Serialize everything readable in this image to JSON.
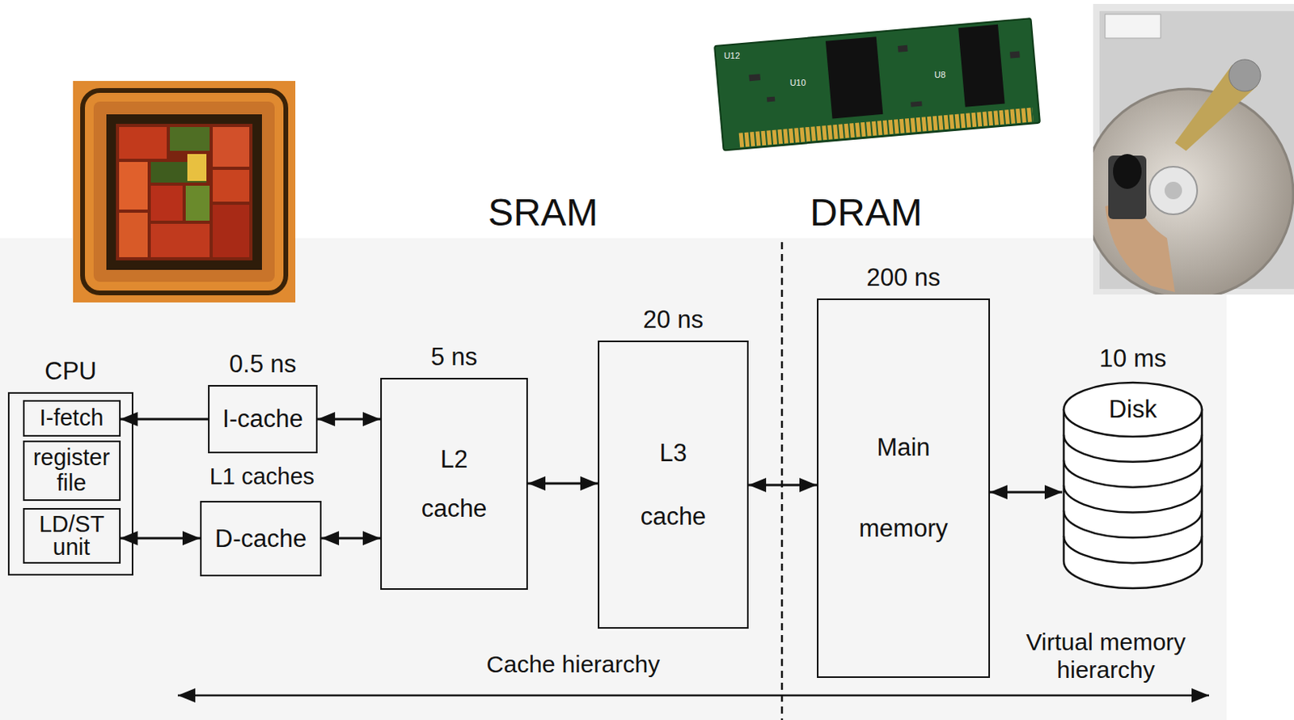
{
  "diagram": {
    "nodes": [
      {
        "text": [
          "CPU"
        ]
      },
      {
        "text": [
          "I-fetch"
        ],
        "in": 0
      },
      {
        "text": [
          "register file"
        ],
        "in": 0
      },
      {
        "text": [
          "LD/ST unit"
        ],
        "in": 0
      },
      {
        "text": [
          "0.5 ns",
          "I-cache"
        ]
      },
      {
        "text": [
          "D-cache"
        ]
      },
      {
        "text": [
          "5 ns",
          "L2 cache"
        ]
      },
      {
        "text": [
          "20 ns",
          "L3 cache"
        ]
      },
      {
        "text": [
          "200 ns",
          "Main memory"
        ]
      },
      {
        "text": [
          "10 ms",
          "Disk"
        ]
      }
    ],
    "edges": [
      {
        "from": 4,
        "to": 1,
        "arrow": "to"
      },
      {
        "from": 3,
        "to": 5,
        "arrow": "both"
      },
      {
        "from": 4,
        "to": 6,
        "arrow": "both"
      },
      {
        "from": 5,
        "to": 6,
        "arrow": "both"
      },
      {
        "from": 6,
        "to": 7,
        "arrow": "both"
      },
      {
        "from": 7,
        "to": 8,
        "arrow": "both"
      },
      {
        "from": 8,
        "to": 9,
        "arrow": "both"
      }
    ],
    "labels": [
      "SRAM",
      "DRAM",
      "U12",
      "U10",
      "U8",
      "L1 caches",
      "Cache hierarchy",
      "Virtual memory hierarchy"
    ]
  }
}
